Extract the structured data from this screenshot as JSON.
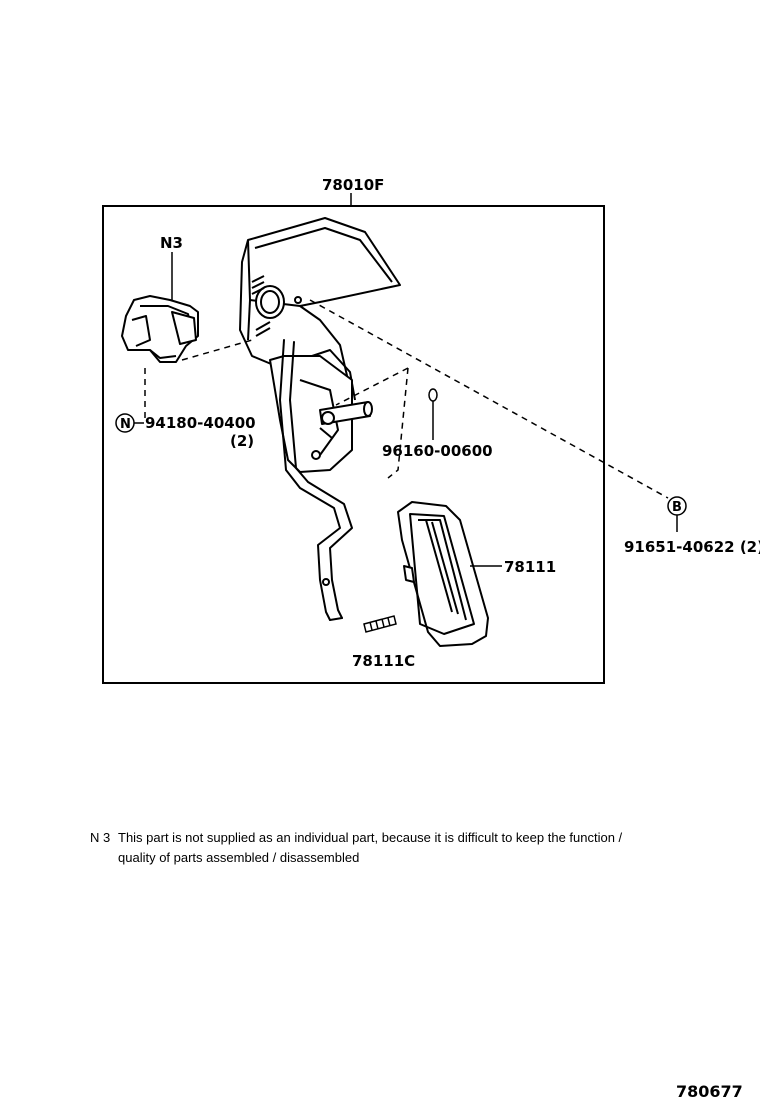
{
  "assembly": {
    "part_number": "78010F"
  },
  "callouts": {
    "sensor_note_ref": "N3",
    "screw_n_marker": "N",
    "screw_part": "94180-40400",
    "screw_qty": "(2)",
    "clip_part": "96160-00600",
    "bolt_b_marker": "B",
    "bolt_part": "91651-40622 (2)",
    "pedal_pad_part": "78111",
    "pin_part": "78111C"
  },
  "note": {
    "code": "N 3",
    "line1": "This part is not supplied as an individual part, because it is difficult to keep the function /",
    "line2": "quality of parts assembled / disassembled"
  },
  "illustration_id": "780677"
}
